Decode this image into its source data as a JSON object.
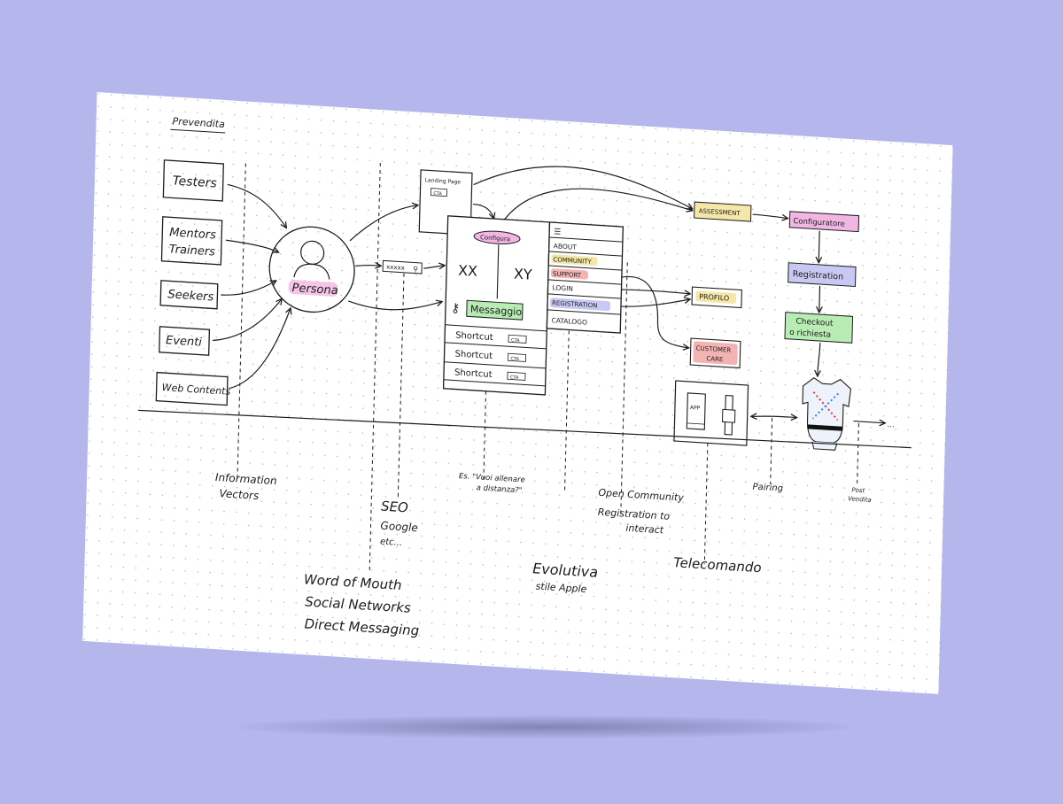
{
  "title": "Prevendita",
  "sources": [
    "Testers",
    "Mentors",
    "Trainers",
    "Seekers",
    "Eventi",
    "Web Contents"
  ],
  "persona": "Persona",
  "landing": {
    "line1": "Landing Page",
    "cta": "CTA"
  },
  "search_text": "xxxxx",
  "main_box": {
    "configura": "Configura",
    "left_label": "XX",
    "right_label": "XY",
    "messaggio": "Messaggio",
    "shortcut": "Shortcut",
    "cta": "CTA"
  },
  "menu_items": [
    "ABOUT",
    "COMMUNITY",
    "SUPPORT",
    "LOGIN",
    "REGISTRATION",
    "CATALOGO"
  ],
  "flow": {
    "assessment": "ASSESSMENT",
    "configuratore": "Configuratore",
    "registration": "Registration",
    "checkout_1": "Checkout",
    "checkout_2": "o richiesta",
    "profilo": "PROFILO",
    "customer_care_1": "CUSTOMER",
    "customer_care_2": "CARE",
    "app": "APP"
  },
  "annotations": {
    "information_vectors_1": "Information",
    "information_vectors_2": "Vectors",
    "seo_1": "SEO",
    "seo_2": "Google",
    "seo_3": "etc...",
    "word_1": "Word of Mouth",
    "word_2": "Social Networks",
    "word_3": "Direct Messaging",
    "es_1": "Es. \"Vuoi allenare",
    "es_2": "a distanza?\"",
    "open_1": "Open Community",
    "open_2": "Registration to",
    "open_3": "interact",
    "evolutiva_1": "Evolutiva",
    "evolutiva_2": "stile Apple",
    "telecomando": "Telecomando",
    "pairing": "Pairing",
    "post_1": "Post",
    "post_2": "Vendita",
    "ellipsis": "..."
  },
  "colors": {
    "background": "#b4b6ec",
    "paper": "#ffffff",
    "ink": "#1c1c1c",
    "pink": "#f2b6e4",
    "yellow": "#f5e7a8",
    "orange": "#f7cfb3",
    "red": "#f4b3b3",
    "blue": "#c9c8f2",
    "green": "#b9ecb4"
  }
}
